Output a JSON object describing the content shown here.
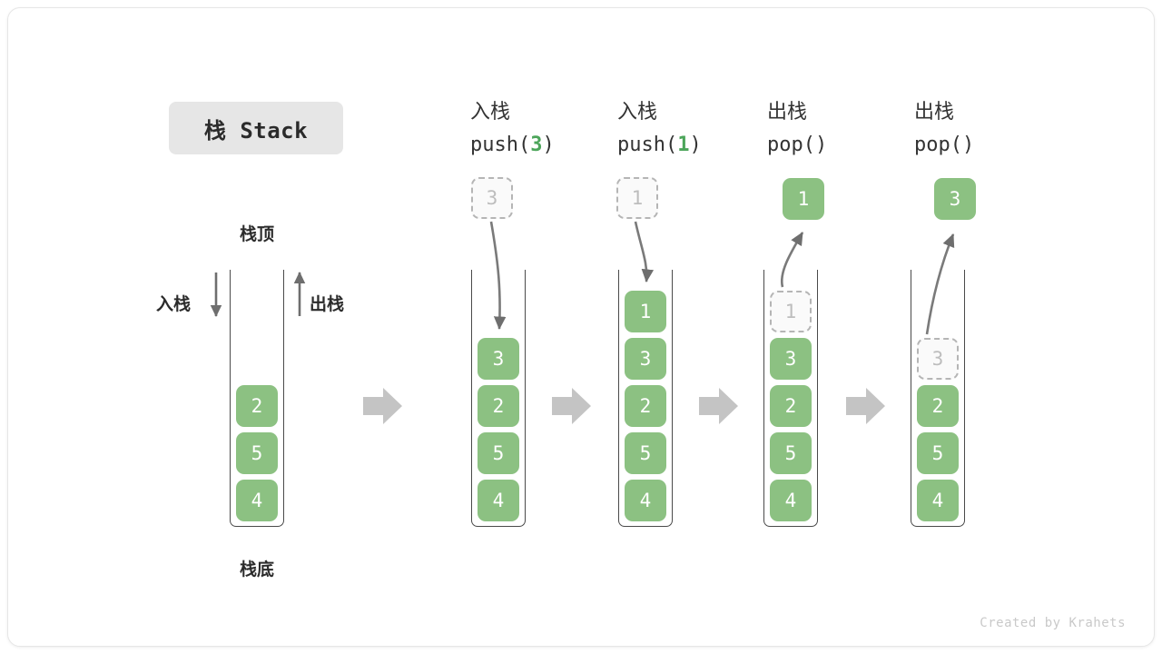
{
  "diagram": {
    "title_badge": "栈 Stack",
    "footer": "Created by Krahets",
    "colors": {
      "cell_fill": "#8cc182",
      "cell_text": "#ffffff",
      "ghost_fill": "#fafafa",
      "ghost_border": "#b5b5b5",
      "ghost_text": "#bdbdbd",
      "accent_green": "#4ca55a",
      "container_border": "#4a4a4a",
      "arrow_gray": "#bfbfbf",
      "badge_bg": "#e6e6e6",
      "footer_text": "#c9c9c9"
    },
    "left_panel": {
      "top_label": "栈顶",
      "bottom_label": "栈底",
      "push_label": "入栈",
      "pop_label": "出栈",
      "stack_values": [
        "2",
        "5",
        "4"
      ]
    },
    "steps": [
      {
        "id": "push-3",
        "cn": "入栈",
        "code_prefix": "push(",
        "code_arg": "3",
        "code_suffix": ")",
        "incoming_ghost": "3",
        "stack_values": [
          "3",
          "2",
          "5",
          "4"
        ],
        "ghost_in_stack": null,
        "result_cell": null
      },
      {
        "id": "push-1",
        "cn": "入栈",
        "code_prefix": "push(",
        "code_arg": "1",
        "code_suffix": ")",
        "incoming_ghost": "1",
        "stack_values": [
          "1",
          "3",
          "2",
          "5",
          "4"
        ],
        "ghost_in_stack": null,
        "result_cell": null
      },
      {
        "id": "pop-1",
        "cn": "出栈",
        "code_prefix": "pop(",
        "code_arg": "",
        "code_suffix": ")",
        "incoming_ghost": null,
        "stack_values": [
          "3",
          "2",
          "5",
          "4"
        ],
        "ghost_in_stack": "1",
        "result_cell": "1"
      },
      {
        "id": "pop-3",
        "cn": "出栈",
        "code_prefix": "pop(",
        "code_arg": "",
        "code_suffix": ")",
        "incoming_ghost": null,
        "stack_values": [
          "2",
          "5",
          "4"
        ],
        "ghost_in_stack": "3",
        "result_cell": "3"
      }
    ]
  }
}
